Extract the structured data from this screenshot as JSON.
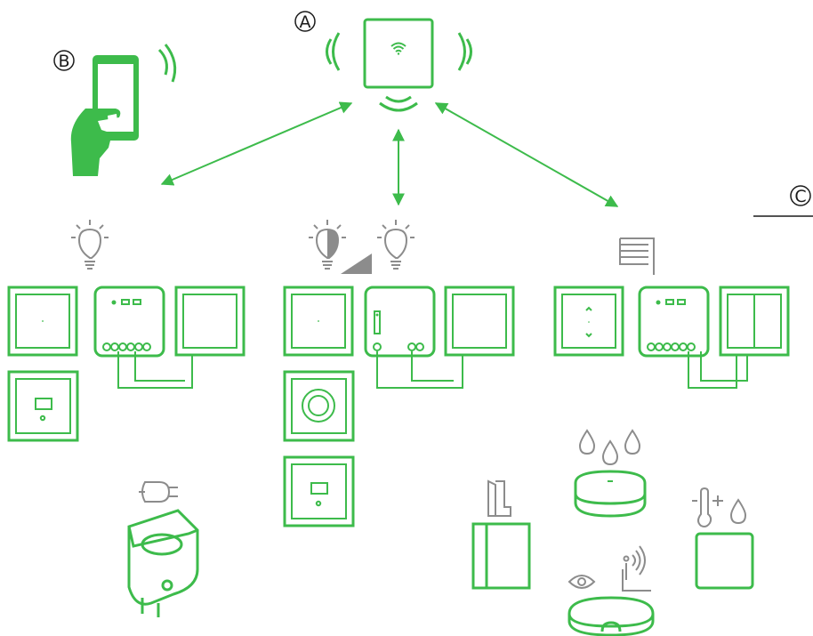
{
  "labels": {
    "gateway": "A",
    "smartphone": "B",
    "wired_devices": "C"
  },
  "icons": [
    "wifi-icon",
    "smartphone-hand-icon",
    "light-bulb-icon",
    "dimmer-icon",
    "blind-icon",
    "plug-icon",
    "door-icon",
    "water-drops-icon",
    "motion-presence-icon",
    "temperature-humidity-icon"
  ],
  "colors": {
    "accent": "#3dbb4b",
    "icon_gray": "#8c8c8c",
    "text": "#1a1a1a"
  }
}
